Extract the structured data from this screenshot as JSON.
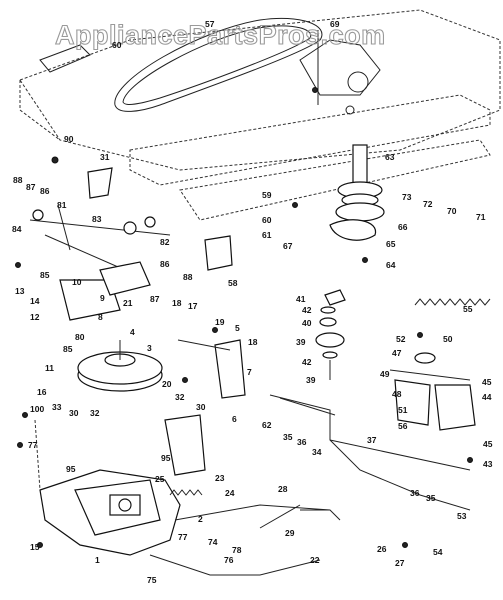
{
  "watermark": "AppliancePartsPros.com",
  "callouts": [
    {
      "id": "c57",
      "text": "57"
    },
    {
      "id": "c60a",
      "text": "60"
    },
    {
      "id": "c69",
      "text": "69"
    },
    {
      "id": "c90",
      "text": "90"
    },
    {
      "id": "c31",
      "text": "31"
    },
    {
      "id": "c63",
      "text": "63"
    },
    {
      "id": "c88",
      "text": "88"
    },
    {
      "id": "c87",
      "text": "87"
    },
    {
      "id": "c86a",
      "text": "86"
    },
    {
      "id": "c81",
      "text": "81"
    },
    {
      "id": "c83",
      "text": "83"
    },
    {
      "id": "c82",
      "text": "82"
    },
    {
      "id": "c84",
      "text": "84"
    },
    {
      "id": "c85a",
      "text": "85"
    },
    {
      "id": "c86b",
      "text": "86"
    },
    {
      "id": "c88b",
      "text": "88"
    },
    {
      "id": "c87b",
      "text": "87"
    },
    {
      "id": "c21",
      "text": "21"
    },
    {
      "id": "c58",
      "text": "58"
    },
    {
      "id": "c73",
      "text": "73"
    },
    {
      "id": "c72",
      "text": "72"
    },
    {
      "id": "c70",
      "text": "70"
    },
    {
      "id": "c71",
      "text": "71"
    },
    {
      "id": "c59",
      "text": "59"
    },
    {
      "id": "c60b",
      "text": "60"
    },
    {
      "id": "c61",
      "text": "61"
    },
    {
      "id": "c67",
      "text": "67"
    },
    {
      "id": "c66",
      "text": "66"
    },
    {
      "id": "c65",
      "text": "65"
    },
    {
      "id": "c64",
      "text": "64"
    },
    {
      "id": "c13",
      "text": "13"
    },
    {
      "id": "c14",
      "text": "14"
    },
    {
      "id": "c12",
      "text": "12"
    },
    {
      "id": "c10",
      "text": "10"
    },
    {
      "id": "c9",
      "text": "9"
    },
    {
      "id": "c8",
      "text": "8"
    },
    {
      "id": "c80",
      "text": "80"
    },
    {
      "id": "c85b",
      "text": "85"
    },
    {
      "id": "c11",
      "text": "11"
    },
    {
      "id": "c18a",
      "text": "18"
    },
    {
      "id": "c17",
      "text": "17"
    },
    {
      "id": "c19",
      "text": "19"
    },
    {
      "id": "c5",
      "text": "5"
    },
    {
      "id": "c18b",
      "text": "18"
    },
    {
      "id": "c4",
      "text": "4"
    },
    {
      "id": "c3",
      "text": "3"
    },
    {
      "id": "c20",
      "text": "20"
    },
    {
      "id": "c7",
      "text": "7"
    },
    {
      "id": "c6",
      "text": "6"
    },
    {
      "id": "c41",
      "text": "41"
    },
    {
      "id": "c42",
      "text": "42"
    },
    {
      "id": "c40",
      "text": "40"
    },
    {
      "id": "c55",
      "text": "55"
    },
    {
      "id": "c39a",
      "text": "39"
    },
    {
      "id": "c42b",
      "text": "42"
    },
    {
      "id": "c39b",
      "text": "39"
    },
    {
      "id": "c52",
      "text": "52"
    },
    {
      "id": "c50",
      "text": "50"
    },
    {
      "id": "c47",
      "text": "47"
    },
    {
      "id": "c49",
      "text": "49"
    },
    {
      "id": "c45a",
      "text": "45"
    },
    {
      "id": "c48",
      "text": "48"
    },
    {
      "id": "c44",
      "text": "44"
    },
    {
      "id": "c51",
      "text": "51"
    },
    {
      "id": "c56",
      "text": "56"
    },
    {
      "id": "c16",
      "text": "16"
    },
    {
      "id": "c100",
      "text": "100"
    },
    {
      "id": "c33",
      "text": "33"
    },
    {
      "id": "c30a",
      "text": "30"
    },
    {
      "id": "c32a",
      "text": "32"
    },
    {
      "id": "c77a",
      "text": "77"
    },
    {
      "id": "c95a",
      "text": "95"
    },
    {
      "id": "c32b",
      "text": "32"
    },
    {
      "id": "c30b",
      "text": "30"
    },
    {
      "id": "c95b",
      "text": "95"
    },
    {
      "id": "c62",
      "text": "62"
    },
    {
      "id": "c35a",
      "text": "35"
    },
    {
      "id": "c36a",
      "text": "36"
    },
    {
      "id": "c34",
      "text": "34"
    },
    {
      "id": "c37",
      "text": "37"
    },
    {
      "id": "c45b",
      "text": "45"
    },
    {
      "id": "c43",
      "text": "43"
    },
    {
      "id": "c25",
      "text": "25"
    },
    {
      "id": "c23",
      "text": "23"
    },
    {
      "id": "c24",
      "text": "24"
    },
    {
      "id": "c28",
      "text": "28"
    },
    {
      "id": "c36b",
      "text": "36"
    },
    {
      "id": "c35b",
      "text": "35"
    },
    {
      "id": "c53",
      "text": "53"
    },
    {
      "id": "c2",
      "text": "2"
    },
    {
      "id": "c77b",
      "text": "77"
    },
    {
      "id": "c74",
      "text": "74"
    },
    {
      "id": "c29",
      "text": "29"
    },
    {
      "id": "c26",
      "text": "26"
    },
    {
      "id": "c15",
      "text": "15"
    },
    {
      "id": "c1",
      "text": "1"
    },
    {
      "id": "c78",
      "text": "78"
    },
    {
      "id": "c22",
      "text": "22"
    },
    {
      "id": "c27",
      "text": "27"
    },
    {
      "id": "c54",
      "text": "54"
    },
    {
      "id": "c75",
      "text": "75"
    },
    {
      "id": "c76",
      "text": "76"
    }
  ]
}
